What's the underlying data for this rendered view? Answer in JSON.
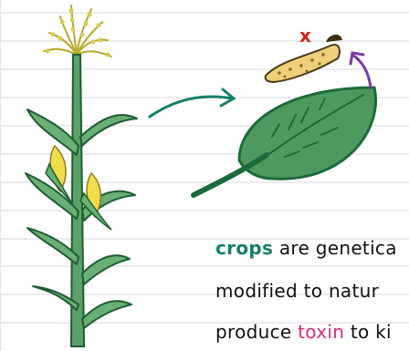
{
  "caption": {
    "line1_highlight": "crops",
    "line1_rest": " are genetica",
    "line2": "modified to natur",
    "line3_pre": "produce ",
    "line3_highlight": "toxin",
    "line3_post": " to ki"
  },
  "marks": {
    "x_mark": "x"
  },
  "colors": {
    "leaf_green": "#4e9a5e",
    "dark_green": "#1d6b3a",
    "corn_yellow": "#f2dc4a",
    "arrow_teal": "#15806a",
    "arrow_purple": "#7a3aa8",
    "toxin_pink": "#e0287a",
    "x_red": "#d8201c",
    "rule_line": "#d7d7e2"
  },
  "icons": [
    "corn-plant-icon",
    "leaf-icon",
    "caterpillar-icon",
    "curved-arrow-icon"
  ]
}
